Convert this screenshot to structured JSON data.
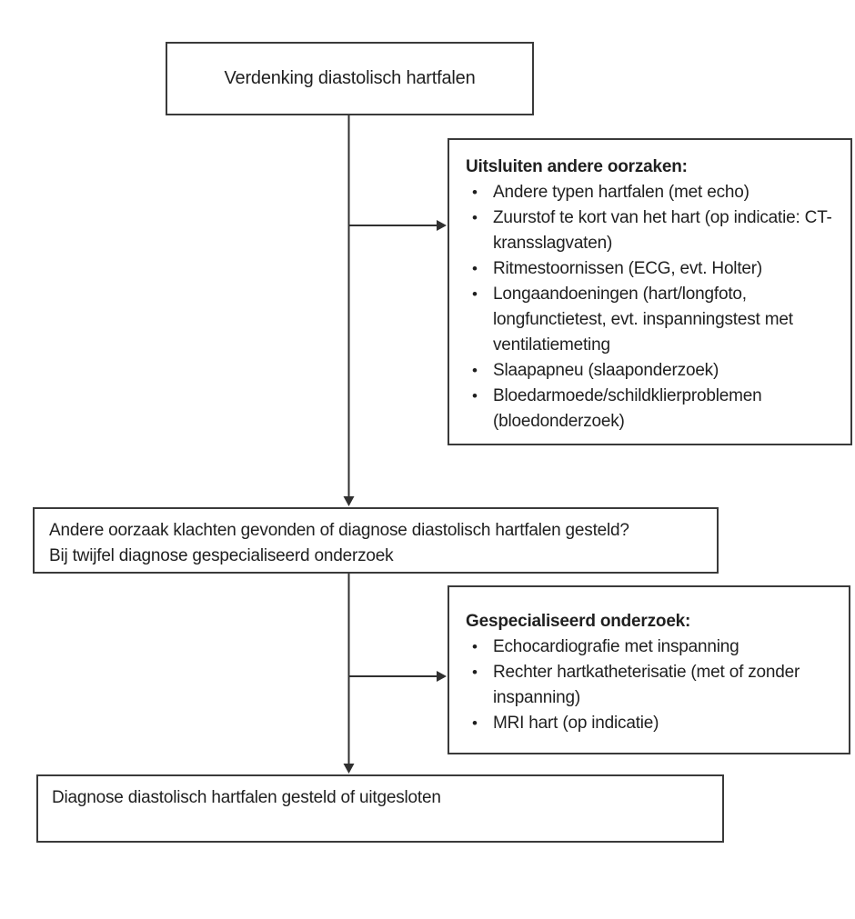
{
  "diagram": {
    "bullet": "•",
    "colors": {
      "background": "#ffffff",
      "box_border": "#3a3a3a",
      "text": "#1f1f1f",
      "connector": "#303030"
    },
    "title_box": {
      "text": "Verdenking diastolisch hartfalen"
    },
    "exclude_box": {
      "heading": "Uitsluiten andere oorzaken:",
      "items": [
        "Andere typen hartfalen (met echo)",
        "Zuurstof te kort van het hart (op indicatie: CT-kransslagvaten)",
        "Ritmestoornissen (ECG, evt. Holter)",
        "Longaandoeningen (hart/longfoto, longfunctietest, evt. inspanningstest met ventilatiemeting",
        "Slaapapneu (slaaponderzoek)",
        "Bloedarmoede/schildklierproblemen (bloedonderzoek)"
      ]
    },
    "decision_box": {
      "lines": [
        "Andere oorzaak klachten gevonden of diagnose diastolisch hartfalen gesteld?",
        "Bij twijfel diagnose gespecialiseerd onderzoek"
      ]
    },
    "specialized_box": {
      "heading": "Gespecialiseerd onderzoek:",
      "items": [
        "Echocardiografie met inspanning",
        "Rechter hartkatheterisatie (met of zonder inspanning)",
        "MRI hart (op indicatie)"
      ]
    },
    "result_box": {
      "text": "Diagnose diastolisch hartfalen gesteld of uitgesloten"
    }
  }
}
